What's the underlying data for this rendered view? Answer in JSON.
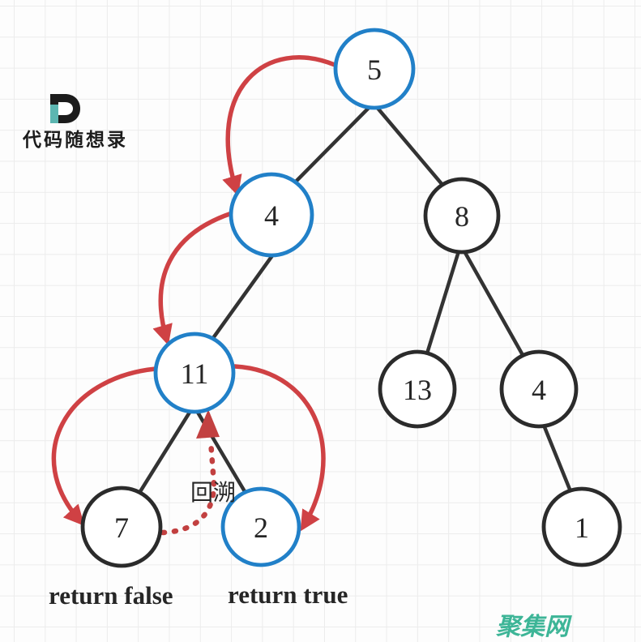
{
  "colors": {
    "node_visited": "#2180c8",
    "node_default": "#2b2b2b",
    "edge": "#333333",
    "arrow": "#cf4144",
    "backtrack": "#c24040",
    "text": "#262626",
    "watermark": "#3db597",
    "logo_black": "#1c1c1c",
    "logo_teal": "#5cb6b1"
  },
  "branding": {
    "logo_icon": "d-mark",
    "logo_text": "代码随想录"
  },
  "watermark": {
    "text": "聚集网"
  },
  "tree": {
    "description": "Binary tree path-sum traversal illustration; blue nodes are the visited path 5-4-11-2, red arrows show recursion order, dotted arrow shows backtracking from 7 to 11",
    "nodes": [
      {
        "id": "n5",
        "value": "5",
        "state": "visited",
        "children": [
          "n4l",
          "n8"
        ]
      },
      {
        "id": "n4l",
        "value": "4",
        "state": "visited",
        "children": [
          "n11"
        ]
      },
      {
        "id": "n8",
        "value": "8",
        "state": "default",
        "children": [
          "n13",
          "n4r"
        ]
      },
      {
        "id": "n11",
        "value": "11",
        "state": "visited",
        "children": [
          "n7",
          "n2"
        ]
      },
      {
        "id": "n13",
        "value": "13",
        "state": "default",
        "children": []
      },
      {
        "id": "n4r",
        "value": "4",
        "state": "default",
        "children": [
          "n1"
        ]
      },
      {
        "id": "n7",
        "value": "7",
        "state": "default",
        "children": []
      },
      {
        "id": "n2",
        "value": "2",
        "state": "visited",
        "children": []
      },
      {
        "id": "n1",
        "value": "1",
        "state": "default",
        "children": []
      }
    ],
    "traversal_arrows": [
      {
        "from": "5",
        "to": "4",
        "style": "solid"
      },
      {
        "from": "4",
        "to": "11",
        "style": "solid"
      },
      {
        "from": "11",
        "to": "7",
        "style": "solid"
      },
      {
        "from": "11",
        "to": "2",
        "style": "solid"
      },
      {
        "from": "7",
        "to": "11",
        "style": "dotted",
        "label": "回溯"
      }
    ]
  },
  "annotations": {
    "backtrack_label": "回溯",
    "left_result": "return false",
    "right_result": "return true"
  }
}
